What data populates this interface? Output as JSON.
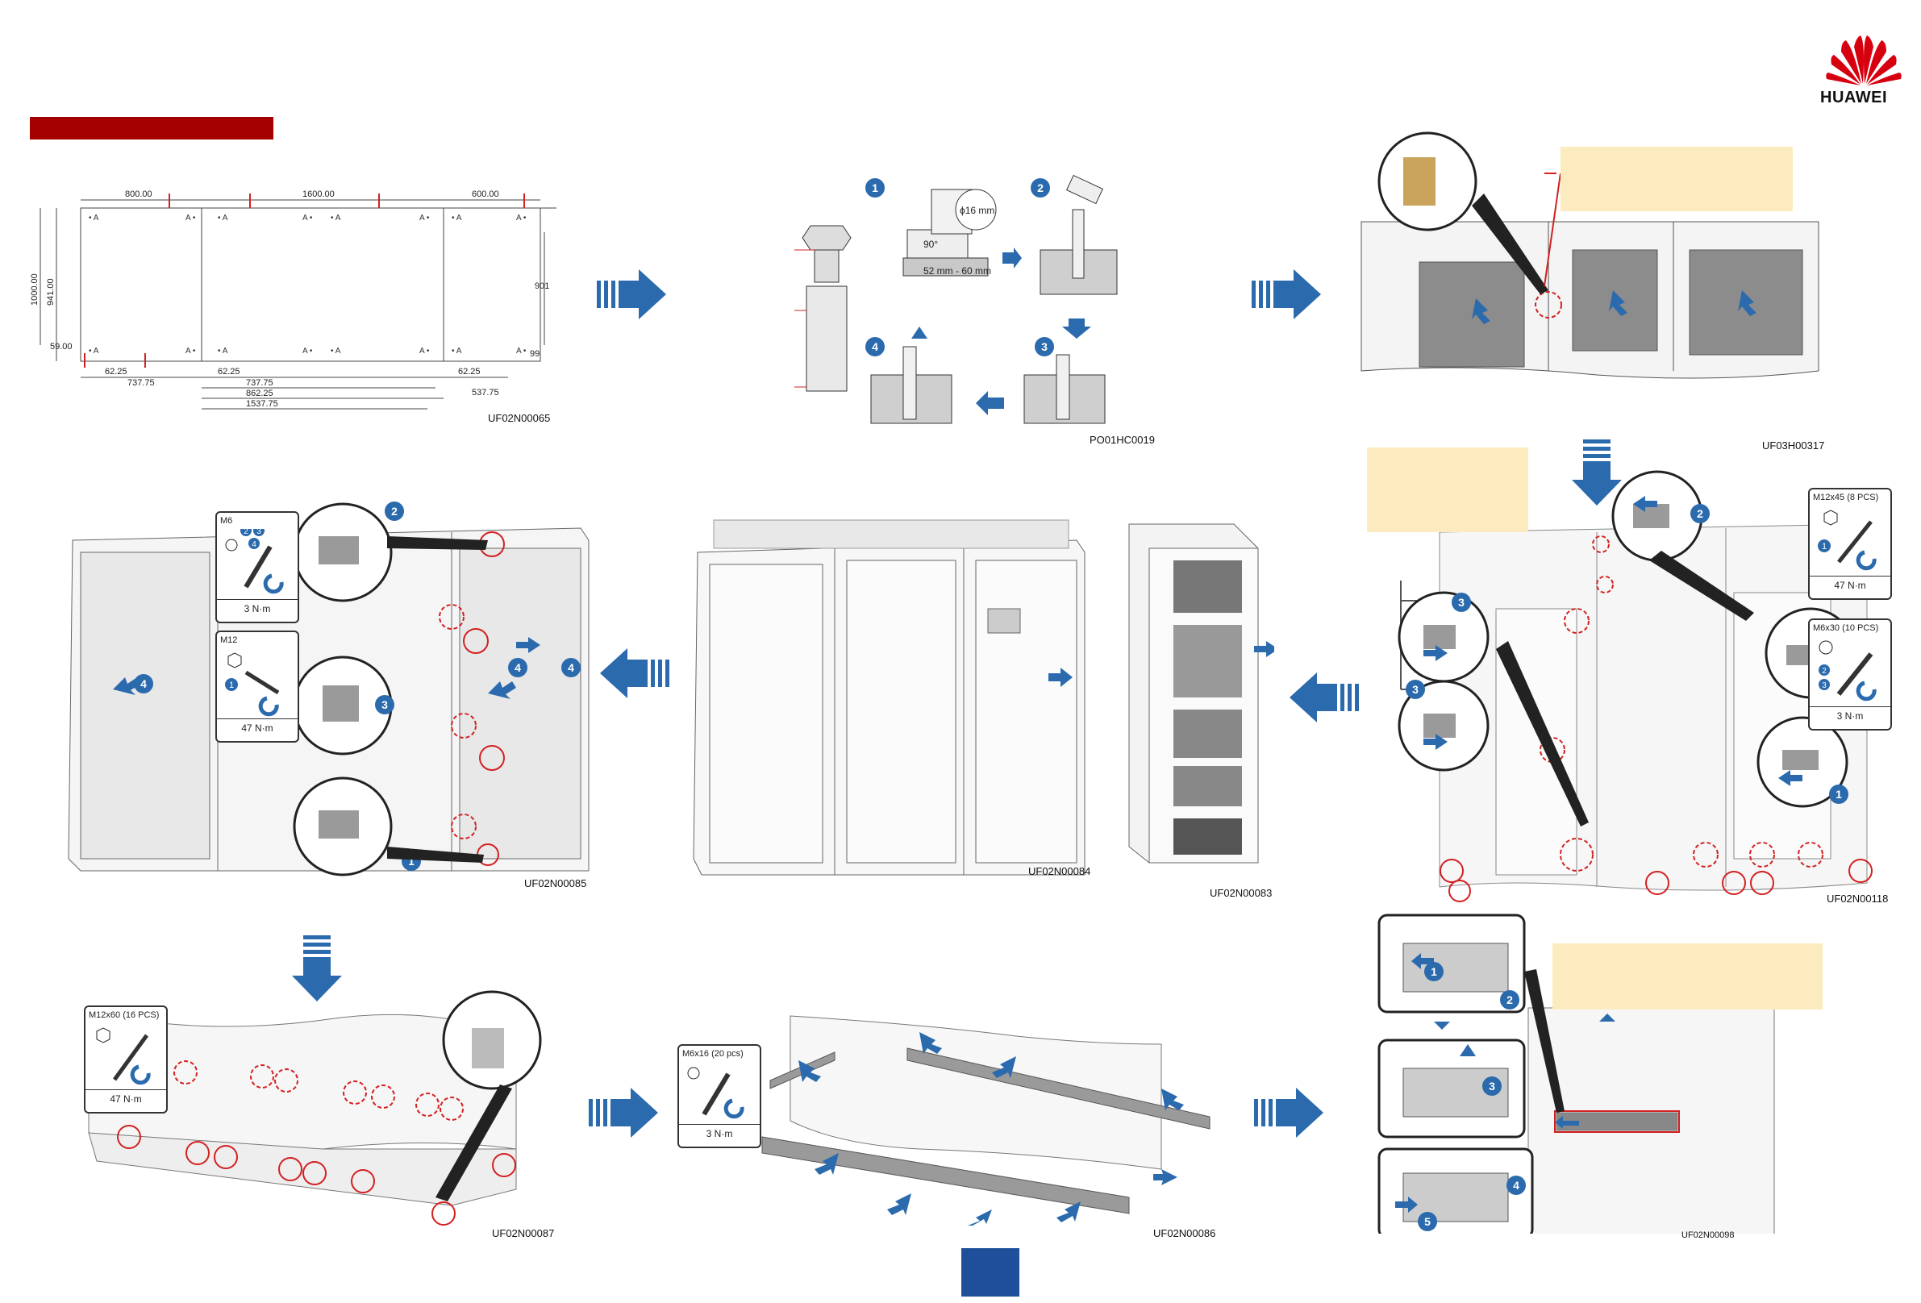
{
  "brand": {
    "name": "HUAWEI",
    "color": "#d7000f"
  },
  "colors": {
    "accent_blue": "#2a6aad",
    "callout_red": "#d32020",
    "note_fill": "#fdebc0",
    "header_bar": "#a40000",
    "page_box": "#1f4f9a"
  },
  "panels": {
    "layout": {
      "code": "UF02N00065",
      "dims_top": [
        "800.00",
        "1600.00",
        "600.00"
      ],
      "dims_left": [
        "1000.00",
        "941.00",
        "59.00"
      ],
      "dims_right": [
        "901",
        "99"
      ],
      "dims_bottom": [
        "62.25",
        "737.75",
        "62.25",
        "737.75",
        "862.25",
        "1537.75",
        "62.25",
        "537.75"
      ]
    },
    "anchor": {
      "code": "PO01HC0019",
      "diameter": "ϕ16 mm",
      "depth": "52 mm - 60 mm",
      "angle": "90°",
      "steps": [
        "1",
        "2",
        "3",
        "4"
      ]
    },
    "remove_plates": {
      "code": "UF03H00317"
    },
    "combine_cabinets": {
      "code": "UF02N00085",
      "tools": [
        {
          "bolt": "M6",
          "steps": [
            "2",
            "3",
            "4"
          ],
          "torque": "3 N·m"
        },
        {
          "bolt": "M12",
          "steps": [
            "1"
          ],
          "torque": "47 N·m"
        }
      ],
      "step_labels": [
        "2",
        "3",
        "1",
        "4",
        "4",
        "4"
      ]
    },
    "cabinet_front": {
      "code": "UF02N00084"
    },
    "cabinet_side": {
      "code": "UF02N00083"
    },
    "connect_parts": {
      "code": "UF02N00118",
      "tools": [
        {
          "bolt": "M12x45 (8 PCS)",
          "steps": [
            "1"
          ],
          "torque": "47 N·m"
        },
        {
          "bolt": "M6x30 (10 PCS)",
          "steps": [
            "2",
            "3"
          ],
          "torque": "3 N·m"
        }
      ],
      "step_labels": [
        "2",
        "3",
        "1",
        "3",
        "3"
      ]
    },
    "base_fix": {
      "code": "UF02N00087",
      "tool": {
        "bolt": "M12x60 (16 PCS)",
        "torque": "47 N·m"
      }
    },
    "plinth": {
      "code": "UF02N00086",
      "tool": {
        "bolt": "M6x16 (20 pcs)",
        "torque": "3 N·m"
      }
    },
    "modules": {
      "code": "UF02N00098",
      "step_labels": [
        "1",
        "2",
        "3",
        "4",
        "5"
      ]
    }
  }
}
